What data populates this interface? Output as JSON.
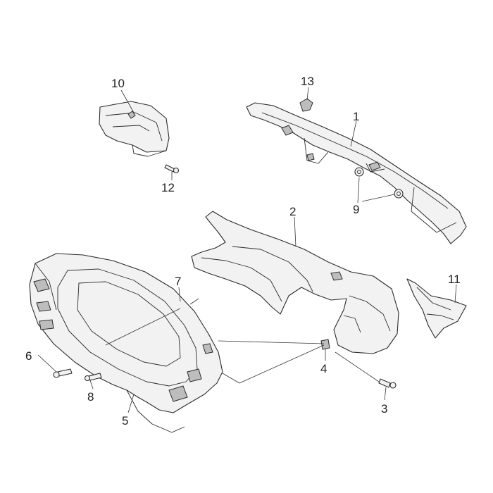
{
  "callouts": [
    {
      "id": "10",
      "label": "10"
    },
    {
      "id": "12",
      "label": "12"
    },
    {
      "id": "13",
      "label": "13"
    },
    {
      "id": "1",
      "label": "1"
    },
    {
      "id": "9",
      "label": "9"
    },
    {
      "id": "2",
      "label": "2"
    },
    {
      "id": "7",
      "label": "7"
    },
    {
      "id": "11",
      "label": "11"
    },
    {
      "id": "6",
      "label": "6"
    },
    {
      "id": "8",
      "label": "8"
    },
    {
      "id": "5",
      "label": "5"
    },
    {
      "id": "4",
      "label": "4"
    },
    {
      "id": "3",
      "label": "3"
    }
  ]
}
